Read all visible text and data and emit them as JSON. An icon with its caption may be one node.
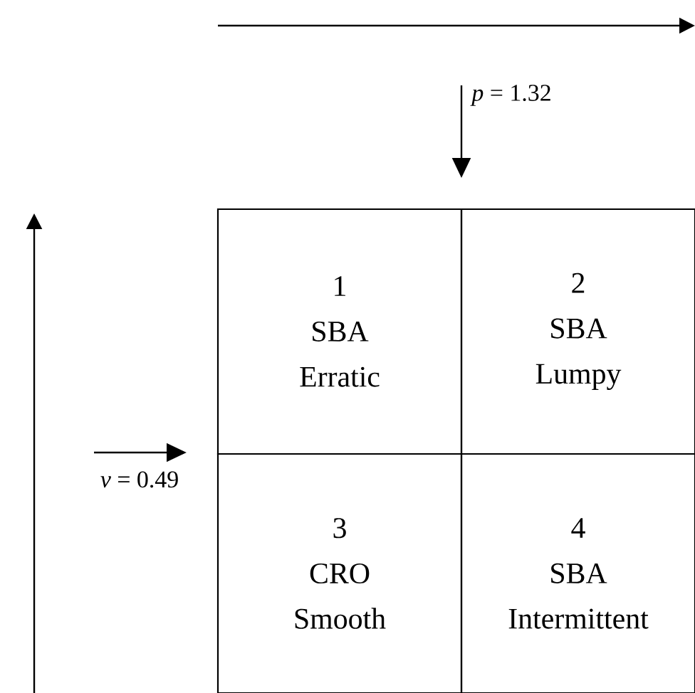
{
  "diagram": {
    "nodes": [
      {
        "text": [
          "1",
          "SBA",
          "Erratic"
        ]
      },
      {
        "text": [
          "2",
          "SBA",
          "Lumpy"
        ]
      },
      {
        "text": [
          "3",
          "CRO",
          "Smooth"
        ]
      },
      {
        "text": [
          "4",
          "SBA",
          "Intermittent"
        ]
      }
    ],
    "labels": [
      "*p* = 1.32",
      "*v* = 0.49"
    ]
  }
}
